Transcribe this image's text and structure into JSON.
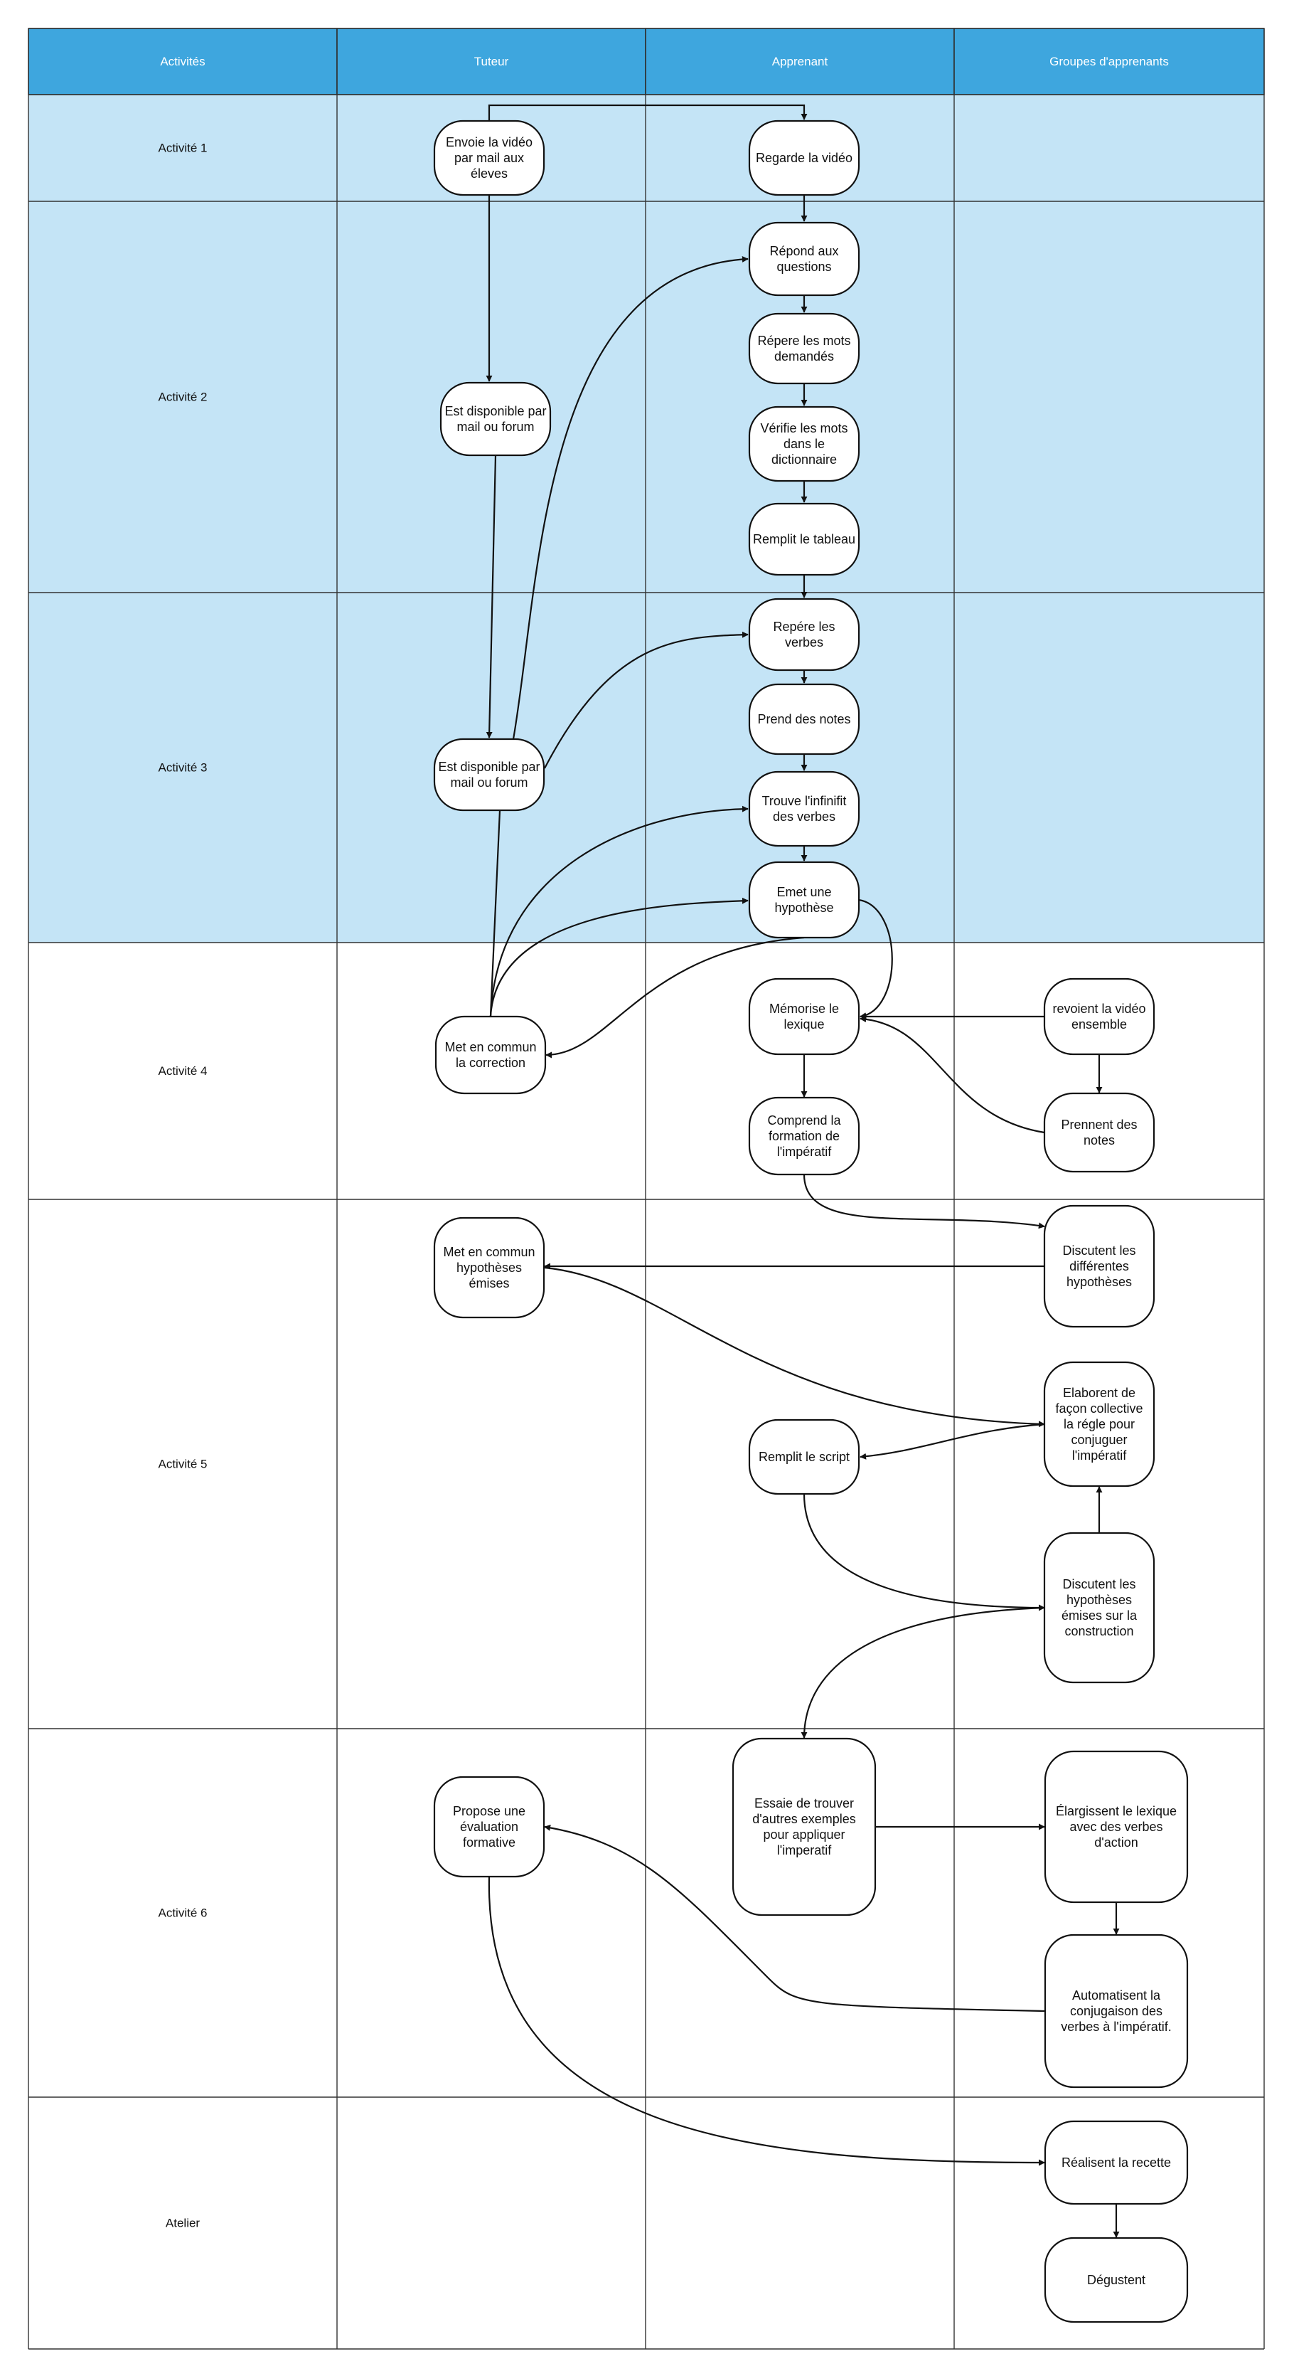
{
  "colors": {
    "header": "#3ea6de",
    "header_text": "#ffffff",
    "band_blue": "#c4e4f6",
    "band_white": "#ffffff",
    "line": "#111111"
  },
  "columns": [
    {
      "label": "Activités"
    },
    {
      "label": "Tuteur"
    },
    {
      "label": "Apprenant"
    },
    {
      "label": "Groupes d'apprenants"
    }
  ],
  "rows": [
    {
      "label": "Activité 1",
      "band": "blue"
    },
    {
      "label": "Activité 2",
      "band": "blue"
    },
    {
      "label": "Activité 3",
      "band": "blue"
    },
    {
      "label": "Activité  4",
      "band": "white"
    },
    {
      "label": "Activité 5",
      "band": "white"
    },
    {
      "label": "Activité 6",
      "band": "white"
    },
    {
      "label": "Atelier",
      "band": "white"
    }
  ],
  "nodes": [
    {
      "id": "envoie",
      "lines": [
        "Envoie la vidéo",
        "par mail  aux",
        "éleves"
      ]
    },
    {
      "id": "regarde",
      "lines": [
        "Regarde la vidéo"
      ]
    },
    {
      "id": "repond",
      "lines": [
        "Répond aux",
        "questions"
      ]
    },
    {
      "id": "repere_mots",
      "lines": [
        "Répere les mots",
        "demandés"
      ]
    },
    {
      "id": "verifie",
      "lines": [
        "Vérifie les mots",
        "dans le",
        "dictionnaire"
      ]
    },
    {
      "id": "remplit_tableau",
      "lines": [
        "Remplit le tableau"
      ]
    },
    {
      "id": "dispo1",
      "lines": [
        "Est disponible par",
        "mail ou forum"
      ]
    },
    {
      "id": "repere_verbes",
      "lines": [
        "Repére les",
        "verbes"
      ]
    },
    {
      "id": "prend_notes",
      "lines": [
        "Prend des notes"
      ]
    },
    {
      "id": "trouve",
      "lines": [
        "Trouve l'infinifit",
        "des verbes"
      ]
    },
    {
      "id": "emet",
      "lines": [
        "Emet une",
        "hypothèse"
      ]
    },
    {
      "id": "dispo2",
      "lines": [
        "Est disponible par",
        "mail ou forum"
      ]
    },
    {
      "id": "met_correction",
      "lines": [
        "Met en commun",
        "la correction"
      ]
    },
    {
      "id": "memorise",
      "lines": [
        "Mémorise le",
        "lexique"
      ]
    },
    {
      "id": "revoient",
      "lines": [
        "revoient la vidéo",
        "ensemble"
      ]
    },
    {
      "id": "comprend",
      "lines": [
        "Comprend la",
        "formation de",
        "l'impératif"
      ]
    },
    {
      "id": "prennent",
      "lines": [
        "Prennent des",
        "notes"
      ]
    },
    {
      "id": "met_hypotheses",
      "lines": [
        "Met en commun",
        "hypothèses",
        "émises"
      ]
    },
    {
      "id": "discutent1",
      "lines": [
        "Discutent les",
        "différentes",
        "hypothèses"
      ]
    },
    {
      "id": "elaborent",
      "lines": [
        "Elaborent de",
        "façon collective",
        "la régle pour",
        "conjuguer",
        "l'impératif"
      ]
    },
    {
      "id": "remplit_script",
      "lines": [
        "Remplit le script"
      ]
    },
    {
      "id": "discutent2",
      "lines": [
        "Discutent les",
        "hypothèses",
        "émises sur la",
        "construction"
      ]
    },
    {
      "id": "essaie",
      "lines": [
        "Essaie de trouver",
        "d'autres exemples",
        "pour appliquer",
        "l'imperatif"
      ]
    },
    {
      "id": "propose",
      "lines": [
        "Propose une",
        "évaluation",
        "formative"
      ]
    },
    {
      "id": "elargissent",
      "lines": [
        "Élargissent le lexique",
        "avec des verbes",
        "d'action"
      ]
    },
    {
      "id": "automatisent",
      "lines": [
        "Automatisent la",
        "conjugaison des",
        "verbes à l'impératif."
      ]
    },
    {
      "id": "realisent",
      "lines": [
        "Réalisent la recette"
      ]
    },
    {
      "id": "degustent",
      "lines": [
        "Dégustent"
      ]
    }
  ]
}
